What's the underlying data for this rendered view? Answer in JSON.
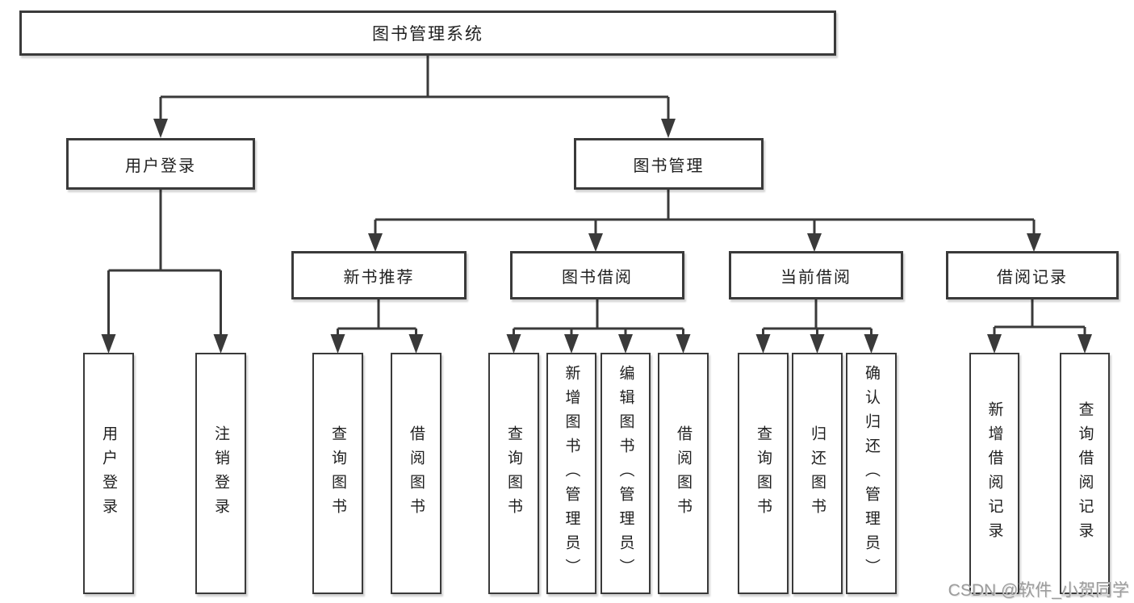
{
  "tree": {
    "label": "图书管理系统",
    "children": [
      {
        "label": "用户登录",
        "children": [
          {
            "label": "用户登录"
          },
          {
            "label": "注销登录"
          }
        ]
      },
      {
        "label": "图书管理",
        "children": [
          {
            "label": "新书推荐",
            "children": [
              {
                "label": "查询图书"
              },
              {
                "label": "借阅图书"
              }
            ]
          },
          {
            "label": "图书借阅",
            "children": [
              {
                "label": "查询图书"
              },
              {
                "label": "新增图书（管理员）"
              },
              {
                "label": "编辑图书（管理员）"
              },
              {
                "label": "借阅图书"
              }
            ]
          },
          {
            "label": "当前借阅",
            "children": [
              {
                "label": "查询图书"
              },
              {
                "label": "归还图书"
              },
              {
                "label": "确认归还（管理员）"
              }
            ]
          },
          {
            "label": "借阅记录",
            "children": [
              {
                "label": "新增借阅记录"
              },
              {
                "label": "查询借阅记录"
              }
            ]
          }
        ]
      }
    ]
  },
  "watermark": {
    "text": "CSDN @软件_小贺同学"
  },
  "colors": {
    "background": "#ffffff",
    "box_border": "#3a3a3a",
    "line": "#3a3a3a",
    "text": "#1f1f1f",
    "watermark": "#9c9c9c"
  }
}
